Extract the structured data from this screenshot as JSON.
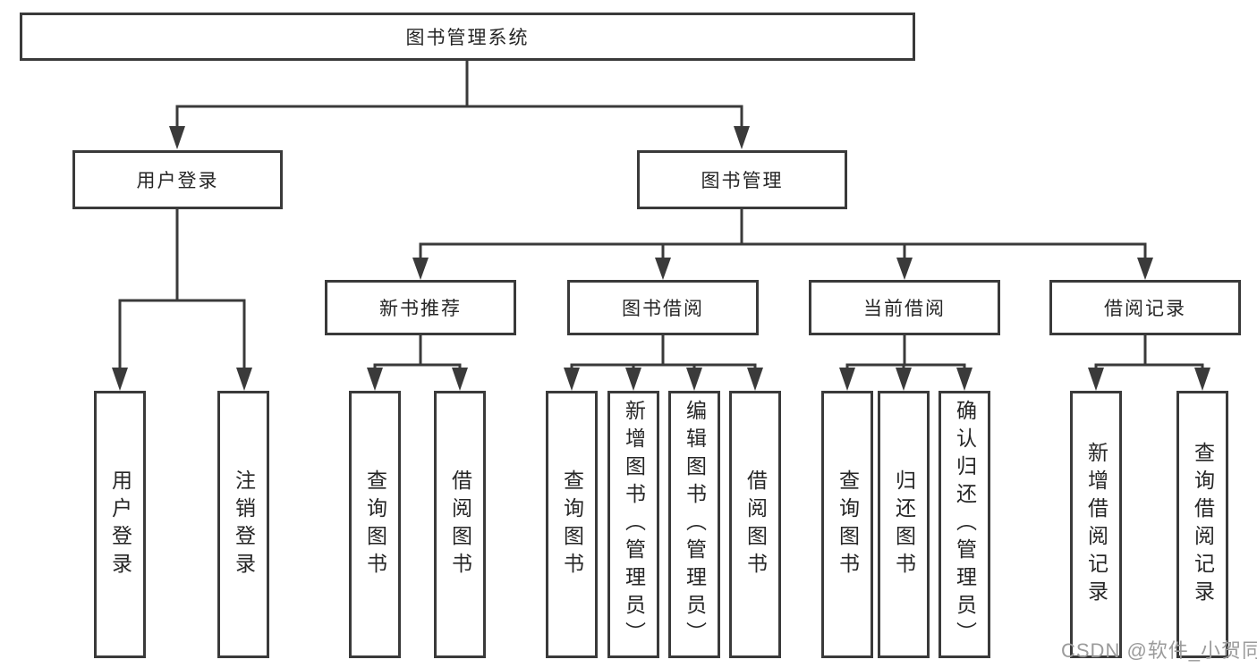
{
  "diagram": {
    "root_label": "图书管理系统",
    "user_login": {
      "label": "用户登录",
      "children": [
        "用户登录",
        "注销登录"
      ]
    },
    "book_management": {
      "label": "图书管理",
      "modules": [
        {
          "label": "新书推荐",
          "children": [
            "查询图书",
            "借阅图书"
          ]
        },
        {
          "label": "图书借阅",
          "children": [
            "查询图书",
            "新增图书（管理员）",
            "编辑图书（管理员）",
            "借阅图书"
          ]
        },
        {
          "label": "当前借阅",
          "children": [
            "查询图书",
            "归还图书",
            "确认归还（管理员）"
          ]
        },
        {
          "label": "借阅记录",
          "children": [
            "新增借阅记录",
            "查询借阅记录"
          ]
        }
      ]
    }
  },
  "watermark": "CSDN @软件_小贺同学",
  "colors": {
    "line": "#3a3a3a",
    "text": "#262626",
    "watermark": "#9b9b9b",
    "background": "#ffffff"
  }
}
